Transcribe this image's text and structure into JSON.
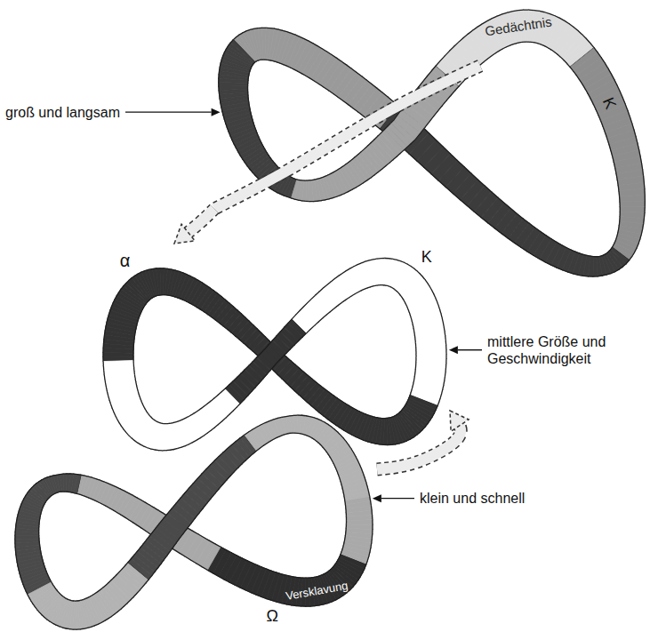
{
  "diagram": {
    "nodes": [
      {
        "text": [
          "Gedächtnis",
          "K"
        ]
      },
      {
        "text": [
          "α",
          "K"
        ]
      },
      {
        "text": [
          "Versklavung",
          "Ω"
        ]
      }
    ],
    "edges": [
      {
        "from": 0,
        "to": 1,
        "arrow": "to"
      },
      {
        "from": 2,
        "to": 1,
        "arrow": "to"
      }
    ],
    "labels": [
      "groß und langsam",
      "mittlere Größe und Geschwindigkeit",
      "klein und schnell"
    ]
  }
}
